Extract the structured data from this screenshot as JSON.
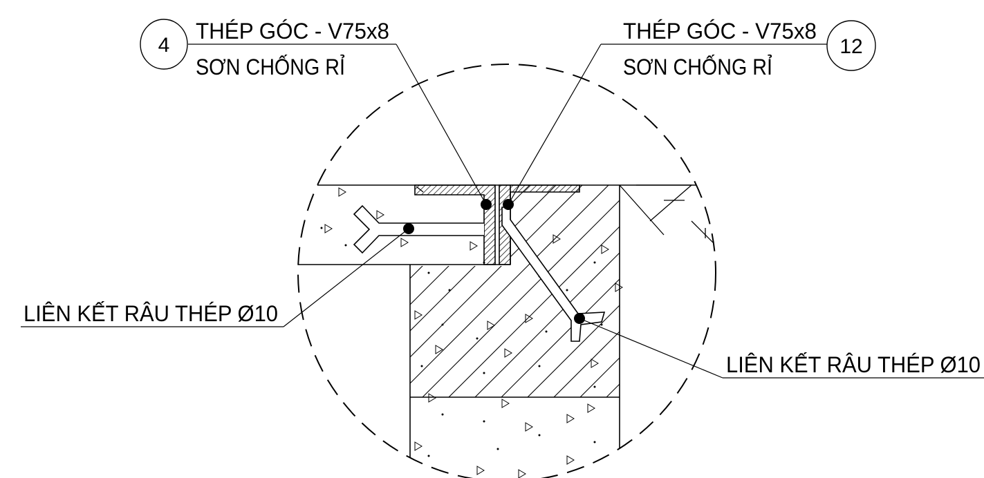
{
  "callouts": {
    "left_top": {
      "number": "4",
      "line1": "THÉP GÓC - V75x8",
      "line2": "SƠN CHỐNG RỈ"
    },
    "right_top": {
      "number": "12",
      "line1": "THÉP GÓC - V75x8",
      "line2": "SƠN CHỐNG RỈ"
    },
    "left_bottom": {
      "text": "LIÊN KẾT RÂU THÉP Ø10"
    },
    "right_bottom": {
      "text": "LIÊN KẾT RÂU THÉP Ø10"
    }
  }
}
